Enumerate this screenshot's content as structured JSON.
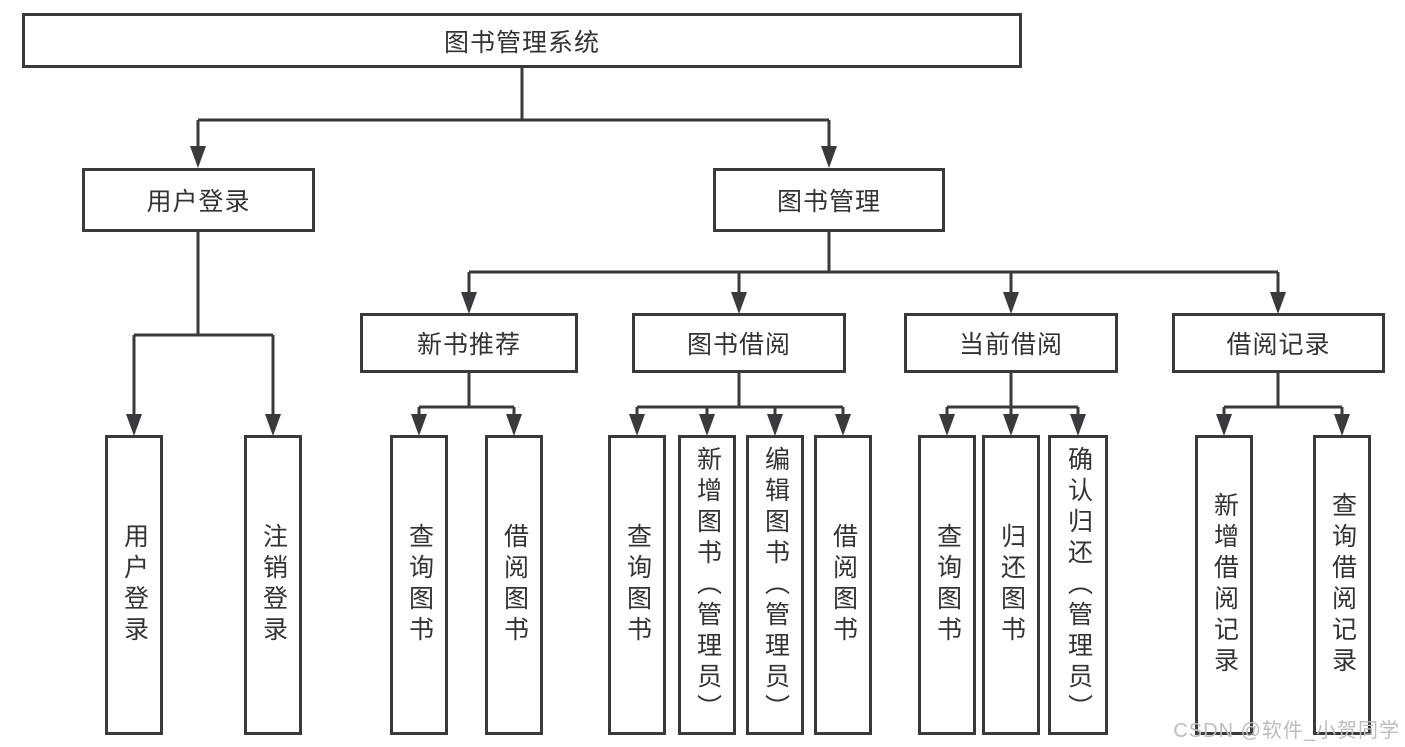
{
  "tree": {
    "root": "图书管理系统",
    "children": [
      {
        "label": "用户登录",
        "children": [
          "用户登录",
          "注销登录"
        ]
      },
      {
        "label": "图书管理",
        "children": [
          {
            "label": "新书推荐",
            "children": [
              "查询图书",
              "借阅图书"
            ]
          },
          {
            "label": "图书借阅",
            "children": [
              "查询图书",
              "新增图书（管理员）",
              "编辑图书（管理员）",
              "借阅图书"
            ]
          },
          {
            "label": "当前借阅",
            "children": [
              "查询图书",
              "归还图书",
              "确认归还（管理员）"
            ]
          },
          {
            "label": "借阅记录",
            "children": [
              "新增借阅记录",
              "查询借阅记录"
            ]
          }
        ]
      }
    ]
  },
  "watermark": {
    "text": "CSDN @软件_小贺同学"
  },
  "colors": {
    "box_border": "#3a3a3c",
    "connector": "#3a3a3c",
    "text": "#333333",
    "watermark": "#bdbdbd",
    "background": "#ffffff"
  }
}
